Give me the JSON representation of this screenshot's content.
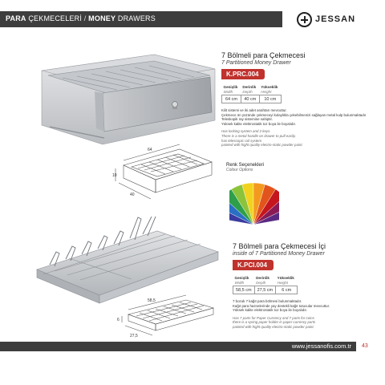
{
  "header": {
    "title_bold": "PARA",
    "title_tr": "ÇEKMECELERİ",
    "title_sep": "/",
    "title_en_bold": "MONEY",
    "title_en": "DRAWERS",
    "logo_text": "JESSAN"
  },
  "product1": {
    "title": "7 Bölmeli para Çekmecesi",
    "subtitle": "7 Partitioned Money Drawer",
    "code": "K.PRC.004",
    "dims": {
      "width_label": "Genişlik",
      "width_label_en": "Width",
      "width_value": "64 cm",
      "depth_label": "Derinlik",
      "depth_label_en": "Depth",
      "depth_value": "40 cm",
      "height_label": "Yükseklik",
      "height_label_en": "Height",
      "height_value": "10 cm"
    },
    "notes_tr": [
      "Kilit sistemi ve iki adet anahtarı mevcuttur.",
      "Çekmece ön yüzünde çekmeceyi kolaylıkla çekebilmenizi sağlayan metal kulp bulunmaktadır.",
      "Teleskopik ray sistemine sahiptir.",
      "Yüksek kalite elektrostatik toz boya ile boyalıdır."
    ],
    "notes_en": [
      "Has locking system and 2 keys.",
      "There is a metal handle on drawer to pull easily.",
      "has telescopic rail system",
      "painted with hight quality electro-static powder paint."
    ],
    "drawing_dims": {
      "width": "64",
      "depth": "40",
      "height": "10"
    }
  },
  "colors": {
    "title": "Renk Seçenekleri",
    "subtitle": "Colour Options",
    "swatches": [
      "#3a3aa0",
      "#2a6fc4",
      "#2e9e4a",
      "#8bc33a",
      "#f2d21e",
      "#f39a1e",
      "#e2541c",
      "#c4161c",
      "#8a1a55",
      "#5a2a82"
    ]
  },
  "product2": {
    "title": "7  Bölmeli para Çekmecesi İçi",
    "subtitle": "inside of 7 Partitioned Money Drawer",
    "code": "K.PCI.004",
    "dims": {
      "width_label": "Genişlik",
      "width_label_en": "Width",
      "width_value": "58,5 cm",
      "depth_label": "Derinlik",
      "depth_label_en": "Depth",
      "depth_value": "27,5 cm",
      "height_label": "Yükseklik",
      "height_label_en": "Height",
      "height_value": "6 cm"
    },
    "notes_tr": [
      "7 bozuk 7 kağıt para bölmesi bulunmaktadır.",
      "Kağıt para haznelerinde yay destekli kağıt tutucular mevcuttur.",
      "Yüksek kalite elektrostatik toz boya ile boyalıdır."
    ],
    "notes_en": [
      "Has 7 parts for Paper Currency and 7 parts for coins",
      "there is a spring paper holder in paper currency parts",
      "painted with hight quality electro-static powder paint."
    ],
    "drawing_dims": {
      "width": "58,5",
      "depth": "27,5",
      "height": "6"
    }
  },
  "footer": {
    "url": "www.jessanofis.com.tr",
    "page": "43"
  }
}
